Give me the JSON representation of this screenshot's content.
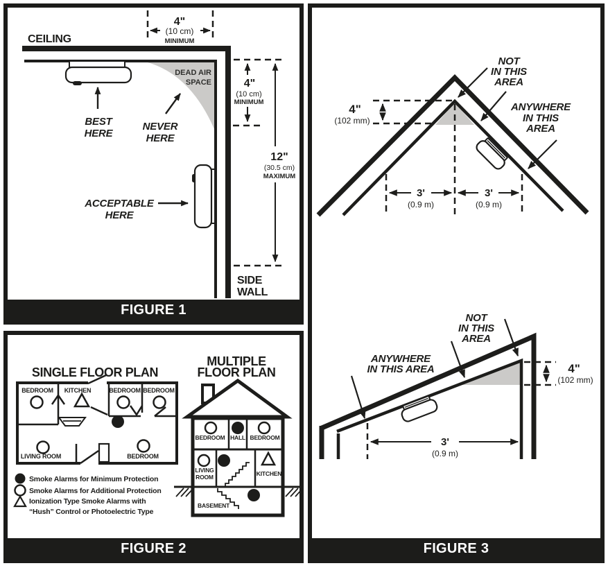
{
  "colors": {
    "line": "#1d1d1b",
    "gray": "#cbcac8",
    "caption_bg": "#1c1c1a",
    "caption_text": "#ffffff"
  },
  "figure1": {
    "caption": "FIGURE 1",
    "ceiling": "CEILING",
    "side_wall": [
      "SIDE",
      "WALL"
    ],
    "dead_air": [
      "DEAD AIR",
      "SPACE"
    ],
    "best": [
      "BEST",
      "HERE"
    ],
    "never": [
      "NEVER",
      "HERE"
    ],
    "acceptable": [
      "ACCEPTABLE",
      "HERE"
    ],
    "dim_top": {
      "v": "4\"",
      "m": "(10 cm)",
      "q": "MINIMUM"
    },
    "dim_side": {
      "v": "4\"",
      "m": "(10 cm)",
      "q": "MINIMUM"
    },
    "dim_wall": {
      "v": "12\"",
      "m": "(30.5 cm)",
      "q": "MAXIMUM"
    }
  },
  "figure2": {
    "caption": "FIGURE 2",
    "single_title": "SINGLE FLOOR PLAN",
    "multiple_title": [
      "MULTIPLE",
      "FLOOR PLAN"
    ],
    "single_rooms": {
      "bedroom1": "BEDROOM",
      "kitchen": "KITCHEN",
      "bedroom2": "BEDROOM",
      "bedroom3": "BEDROOM",
      "living": "LIVING ROOM",
      "bedroom4": "BEDROOM"
    },
    "multi_rooms": {
      "bedroom_l": "BEDROOM",
      "hall": "HALL",
      "bedroom_r": "BEDROOM",
      "living": [
        "LIVING",
        "ROOM"
      ],
      "kitchen": "KITCHEN",
      "basement": "BASEMENT"
    },
    "legend": {
      "line1": "Smoke Alarms for Minimum Protection",
      "line2": "Smoke Alarms for Additional Protection",
      "line3": "Ionization Type Smoke Alarms with",
      "line4": "“Hush” Control or Photoelectric Type"
    }
  },
  "figure3": {
    "caption": "FIGURE 3",
    "peaked": {
      "not_area": [
        "NOT",
        "IN THIS",
        "AREA"
      ],
      "anywhere": [
        "ANYWHERE",
        "IN THIS",
        "AREA"
      ],
      "dim4": {
        "v": "4\"",
        "m": "(102 mm)"
      },
      "dim3_left": {
        "v": "3'",
        "m": "(0.9 m)"
      },
      "dim3_right": {
        "v": "3'",
        "m": "(0.9 m)"
      }
    },
    "sloped": {
      "not_area": [
        "NOT",
        "IN THIS",
        "AREA"
      ],
      "anywhere": [
        "ANYWHERE",
        "IN THIS AREA"
      ],
      "dim4": {
        "v": "4\"",
        "m": "(102 mm)"
      },
      "dim3": {
        "v": "3'",
        "m": "(0.9 m)"
      }
    }
  }
}
